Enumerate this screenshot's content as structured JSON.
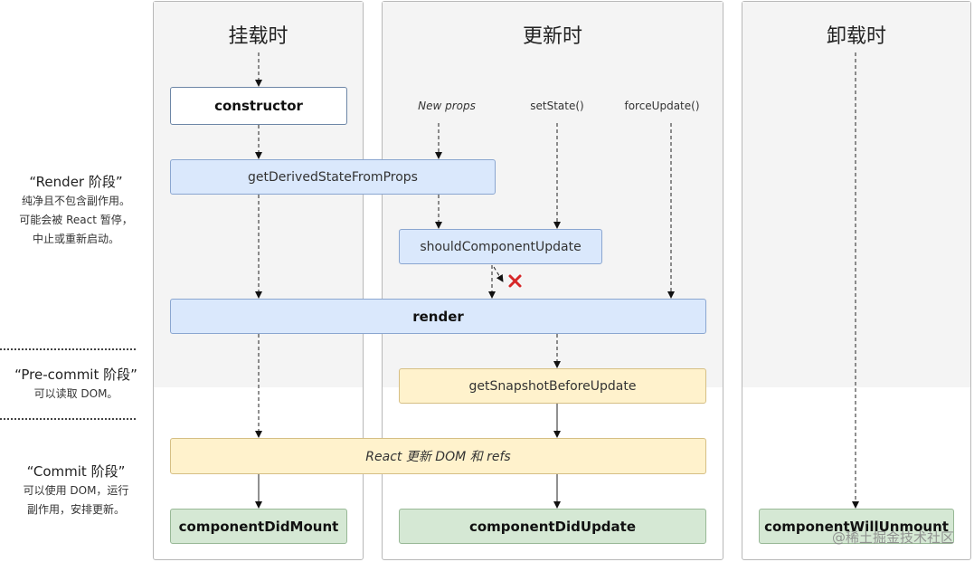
{
  "phases": {
    "mount": "挂载时",
    "update": "更新时",
    "unmount": "卸载时"
  },
  "stages": {
    "render": {
      "title": "“Render 阶段”",
      "desc_lines": [
        "纯净且不包含副作用。",
        "可能会被 React 暂停，",
        "中止或重新启动。"
      ]
    },
    "precommit": {
      "title": "“Pre-commit 阶段”",
      "desc_lines": [
        "可以读取 DOM。"
      ]
    },
    "commit": {
      "title": "“Commit 阶段”",
      "desc_lines": [
        "可以使用 DOM，运行",
        "副作用，安排更新。"
      ]
    }
  },
  "triggers": {
    "new_props": "New props",
    "set_state": "setState()",
    "force_update": "forceUpdate()"
  },
  "nodes": {
    "constructor": "constructor",
    "get_derived_state": "getDerivedStateFromProps",
    "should_update": "shouldComponentUpdate",
    "render": "render",
    "get_snapshot": "getSnapshotBeforeUpdate",
    "react_updates_dom": "React 更新 DOM 和 refs",
    "did_mount": "componentDidMount",
    "did_update": "componentDidUpdate",
    "will_unmount": "componentWillUnmount"
  },
  "colors": {
    "white_node": "#ffffff",
    "blue_node": "#dae8fc",
    "yellow_node": "#fff2cc",
    "green_node": "#d5e8d4",
    "phase_bg": "#f4f4f4",
    "stop_mark": "#d62728"
  },
  "watermark": "@稀土掘金技术社区"
}
